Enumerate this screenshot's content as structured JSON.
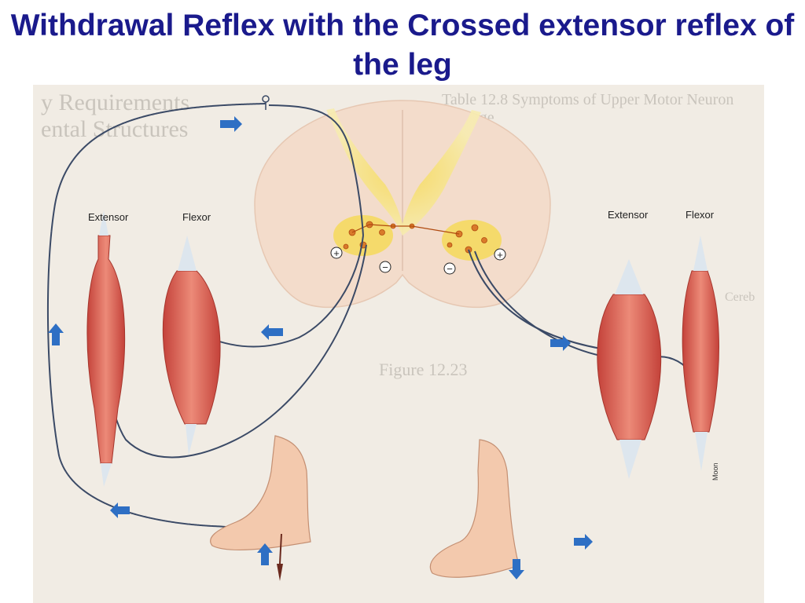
{
  "slide": {
    "title": "Withdrawal Reflex with the Crossed extensor reflex of the leg"
  },
  "labels": {
    "left_extensor": "Extensor",
    "left_flexor": "Flexor",
    "right_extensor": "Extensor",
    "right_flexor": "Flexor",
    "credit": "Moon"
  },
  "signs": {
    "excitatory": "+",
    "inhibitory": "−"
  },
  "background_text": {
    "table_heading": "Table 12.8  Symptoms of Upper Motor Neuron Damage",
    "left_heading_1": "y Requirements",
    "left_heading_2": "ental Structures",
    "figure_ref": "Figure 12.23",
    "right_heading": "Cereb"
  },
  "colors": {
    "title": "#1a1a8c",
    "arrow": "#2e6fc4",
    "muscle": "#d45545",
    "tendon": "#dde6ee",
    "cord_white": "#f3dccb",
    "cord_gray": "#f2e08a",
    "nerve": "#3b4a66"
  }
}
